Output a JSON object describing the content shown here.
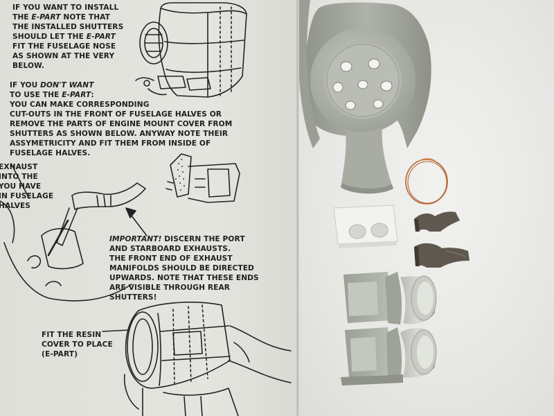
{
  "sheet": {
    "para1": [
      "IF YOU WANT TO INSTALL",
      "THE |E-PART| NOTE THAT",
      "THE INSTALLED SHUTTERS",
      "SHOULD LET THE |E-PART|",
      "FIT THE FUSELAGE NOSE",
      "AS SHOWN AT THE VERY",
      "BELOW."
    ],
    "para2": [
      "IF YOU |DON'T WANT|",
      "TO USE THE |E-PART|:",
      "YOU CAN MAKE CORRESPONDING",
      "CUT-OUTS IN THE FRONT OF FUSELAGE HALVES OR",
      "REMOVE THE PARTS OF ENGINE MOUNT COVER FROM",
      "SHUTTERS AS SHOWN BELOW. ANYWAY NOTE THEIR",
      "ASSYMETRICITY AND FIT THEM FROM INSIDE OF",
      "FUSELAGE HALVES."
    ],
    "exhaust_note": [
      "EXHAUST",
      "INTO THE",
      "YOU HAVE",
      "IN FUSELAGE",
      "HALVES"
    ],
    "important": [
      "|IMPORTANT!| DISCERN THE PORT",
      "AND STARBOARD EXHAUSTS.",
      "THE FRONT END OF EXHAUST",
      "MANIFOLDS SHOULD BE DIRECTED",
      "UPWARDS. NOTE THAT THESE ENDS",
      "ARE VISIBLE THROUGH REAR",
      "SHUTTERS!"
    ],
    "fit_note": [
      "FIT THE RESIN",
      "COVER TO PLACE",
      "(E-PART)"
    ]
  },
  "colors": {
    "paper": "#e2e3dd",
    "ink": "#1f1f1f",
    "resin_grey": "#a9ada5",
    "resin_dark": "#5f584f",
    "copper_wire": "#c0703e"
  }
}
